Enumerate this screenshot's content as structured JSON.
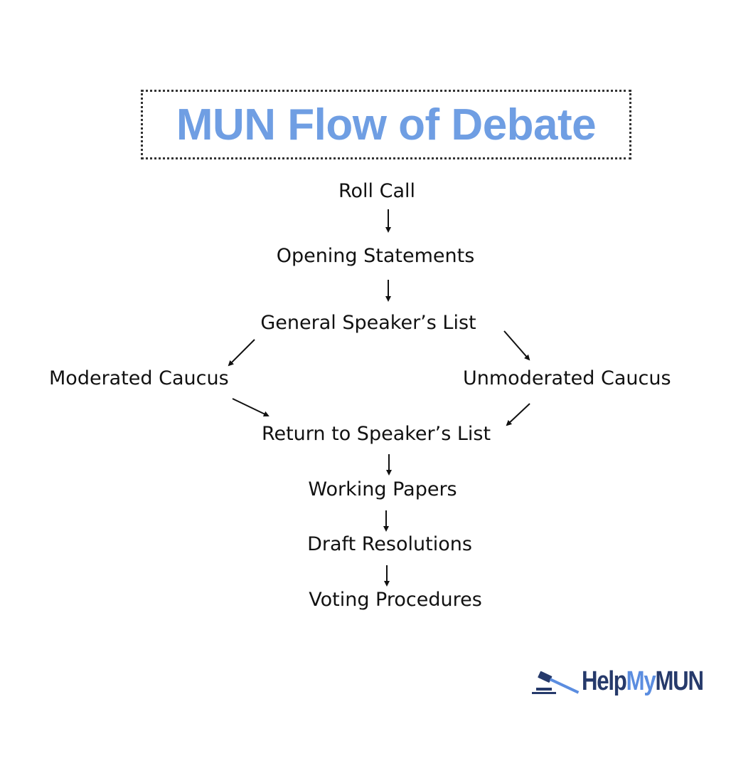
{
  "title": "MUN Flow of Debate",
  "nodes": {
    "roll_call": "Roll Call",
    "opening_statements": "Opening Statements",
    "general_speakers_list": "General Speaker’s List",
    "moderated_caucus": "Moderated Caucus",
    "unmoderated_caucus": "Unmoderated Caucus",
    "return_to_speakers_list": "Return to Speaker’s List",
    "working_papers": "Working Papers",
    "draft_resolutions": "Draft Resolutions",
    "voting_procedures": "Voting Procedures"
  },
  "edges": [
    [
      "roll_call",
      "opening_statements"
    ],
    [
      "opening_statements",
      "general_speakers_list"
    ],
    [
      "general_speakers_list",
      "moderated_caucus"
    ],
    [
      "general_speakers_list",
      "unmoderated_caucus"
    ],
    [
      "moderated_caucus",
      "return_to_speakers_list"
    ],
    [
      "unmoderated_caucus",
      "return_to_speakers_list"
    ],
    [
      "return_to_speakers_list",
      "working_papers"
    ],
    [
      "working_papers",
      "draft_resolutions"
    ],
    [
      "draft_resolutions",
      "voting_procedures"
    ]
  ],
  "logo": {
    "part1": "Help",
    "part2": "My",
    "part3": "MUN",
    "colors": {
      "dark": "#263a6b",
      "accent": "#5b8de0"
    },
    "icon": "gavel-icon"
  },
  "colors": {
    "title": "#6f9ee3",
    "text": "#111111"
  }
}
